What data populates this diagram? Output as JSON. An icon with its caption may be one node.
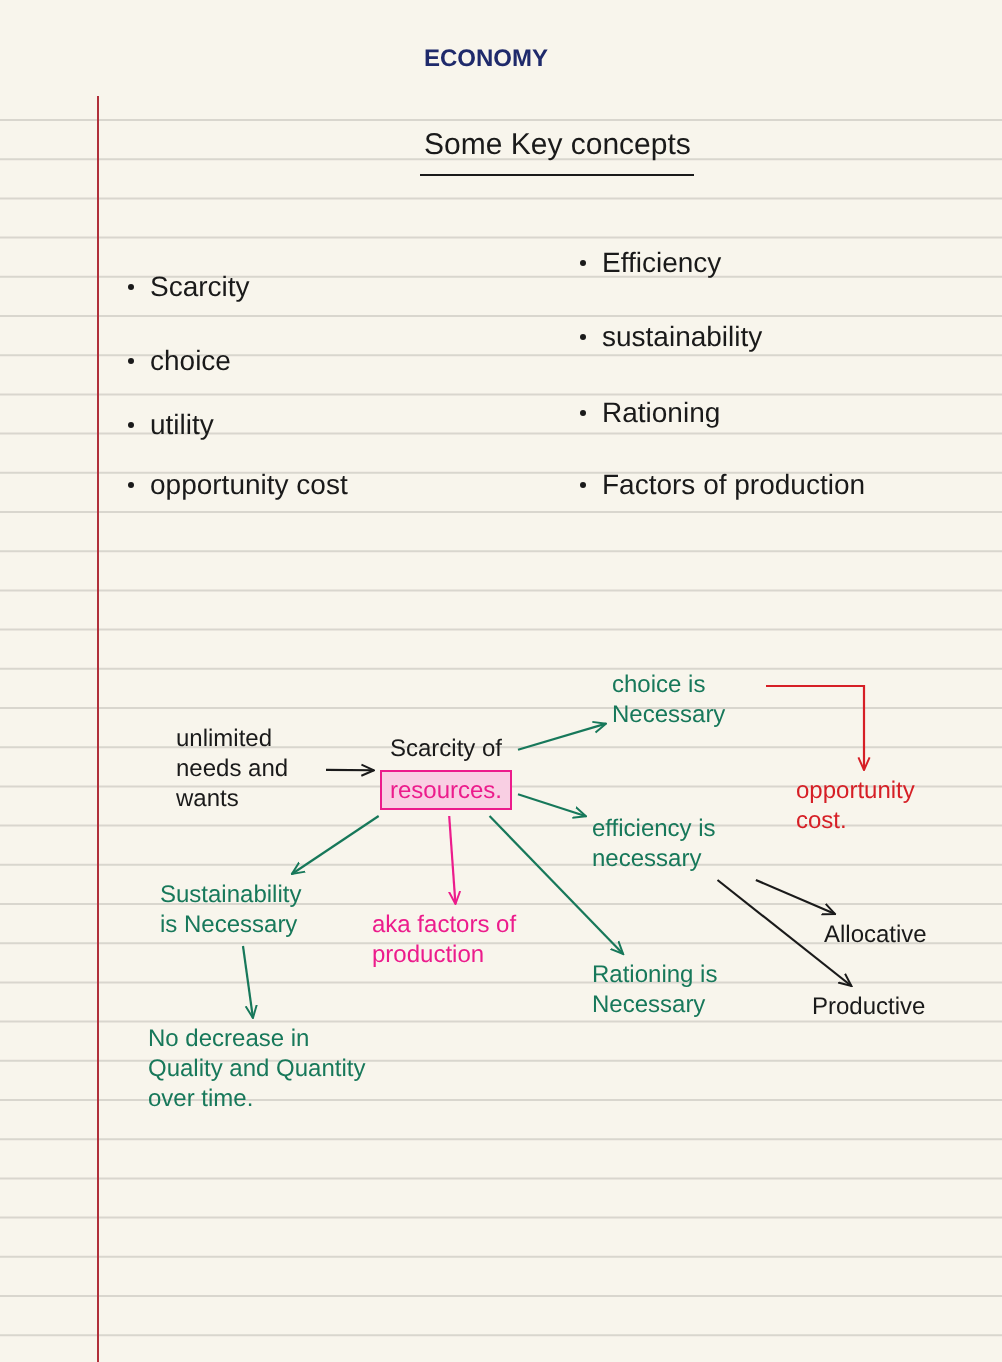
{
  "diagram": {
    "title": "Some Key concepts",
    "nodes": [
      {
        "text": [
          "unlimited needs and wants"
        ]
      },
      {
        "text": [
          "Scarcity of",
          "resources."
        ]
      },
      {
        "text": [
          "choice is Necessary"
        ]
      },
      {
        "text": [
          "opportunity cost."
        ]
      },
      {
        "text": [
          "efficiency is necessary"
        ]
      },
      {
        "text": [
          "Allocative"
        ]
      },
      {
        "text": [
          "Productive"
        ]
      },
      {
        "text": [
          "Rationing is Necessary"
        ]
      },
      {
        "text": [
          "aka factors of production"
        ]
      },
      {
        "text": [
          "Sustainability is Necessary"
        ]
      },
      {
        "text": [
          "No decrease in Quality and Quantity over time."
        ]
      }
    ],
    "edges": [
      {
        "from": 0,
        "to": 1,
        "arrow": "to",
        "color": "#1a1a1a"
      },
      {
        "from": 1,
        "to": 2,
        "arrow": "to"
      },
      {
        "from": 2,
        "to": 3,
        "arrow": "to",
        "color": "#d61f26"
      },
      {
        "from": 1,
        "to": 4,
        "arrow": "to"
      },
      {
        "from": 4,
        "to": 5,
        "arrow": "to",
        "color": "#1a1a1a"
      },
      {
        "from": 4,
        "to": 6,
        "arrow": "to",
        "color": "#1a1a1a"
      },
      {
        "from": 1,
        "to": 7,
        "arrow": "to"
      },
      {
        "from": 1,
        "to": 8,
        "arrow": "to",
        "color": "#ec1c8c"
      },
      {
        "from": 1,
        "to": 9,
        "arrow": "to"
      },
      {
        "from": 9,
        "to": 10,
        "arrow": "to"
      }
    ],
    "labels": [
      "ECONOMY",
      "Scarcity",
      "Efficiency",
      "choice",
      "sustainability",
      "utility",
      "Rationing",
      "opportunity cost",
      "Factors of production"
    ]
  }
}
